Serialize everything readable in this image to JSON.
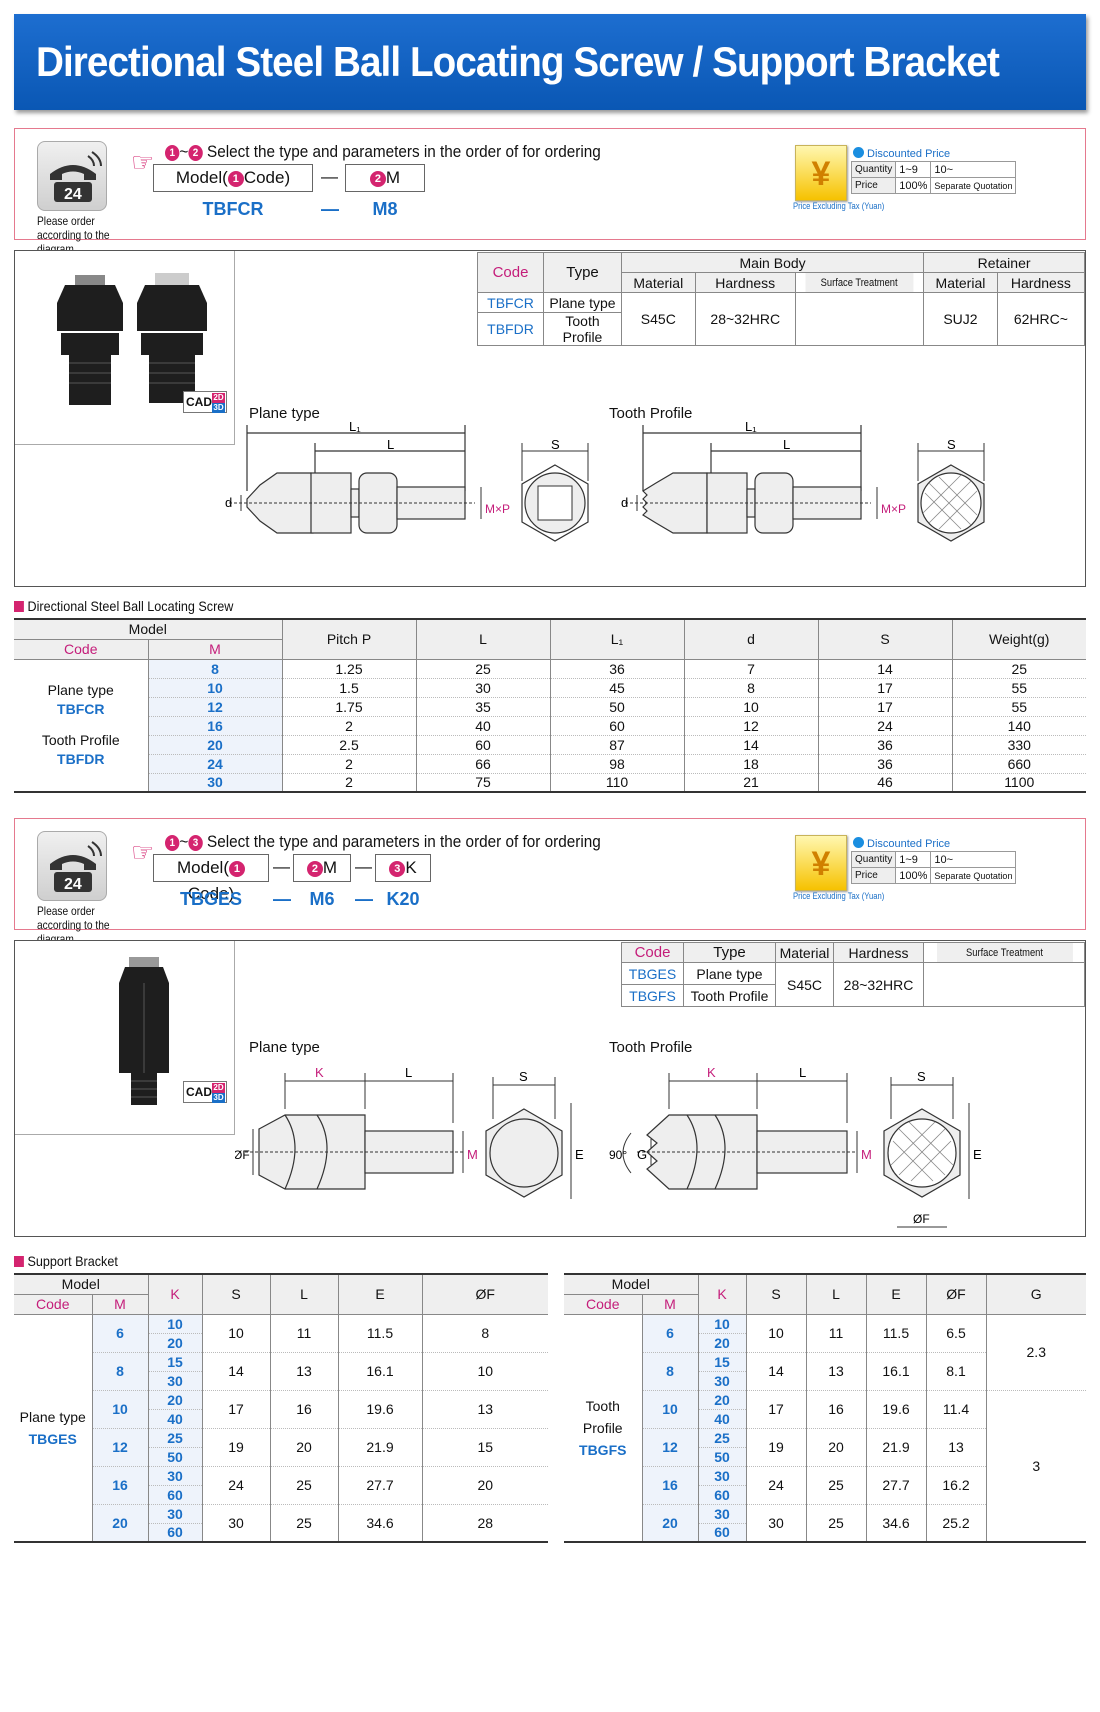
{
  "title": "Directional Steel Ball Locating Screw / Support Bracket",
  "order1": {
    "phone_caption": "Please order according to the diagram",
    "steps": "~",
    "step_text": "Select the type and parameters in the order of for ordering",
    "n1": "1",
    "n2": "2",
    "field_model_a": "Model(",
    "field_model_b": "Code)",
    "field_m": "M",
    "dash": "—",
    "example_code": "TBFCR",
    "example_m": "M8"
  },
  "price_box": {
    "title": "Discounted Price",
    "quantity_label": "Quantity",
    "q1": "1~9",
    "q2": "10~",
    "price_label": "Price",
    "p1": "100%",
    "p2": "Separate Quotation",
    "yen": "¥",
    "footnote": "Price Excluding Tax (Yuan)"
  },
  "spec1": {
    "h_code": "Code",
    "h_type": "Type",
    "h_main": "Main Body",
    "h_retainer": "Retainer",
    "h_material": "Material",
    "h_hardness": "Hardness",
    "h_surface": "Surface Treatment",
    "rows": [
      {
        "code": "TBFCR",
        "type": "Plane type"
      },
      {
        "code": "TBFDR",
        "type": "Tooth Profile"
      }
    ],
    "material": "S45C",
    "hardness": "28~32HRC",
    "surface": "",
    "r_material": "SUJ2",
    "r_hardness": "62HRC~"
  },
  "cad": {
    "label": "CAD",
    "b2d": "2D",
    "b3d": "3D"
  },
  "diagram1": {
    "plane": "Plane type",
    "tooth": "Tooth Profile",
    "L1": "L₁",
    "L": "L",
    "S": "S",
    "d": "d",
    "MxP": "M×P"
  },
  "table1": {
    "title": "Directional Steel Ball Locating Screw",
    "h_model": "Model",
    "h_code": "Code",
    "h_m": "M",
    "h_pitch": "Pitch P",
    "h_l": "L",
    "h_l1": "L₁",
    "h_d": "d",
    "h_s": "S",
    "h_weight": "Weight(g)",
    "code_plane": "Plane type",
    "code_plane_id": "TBFCR",
    "code_tooth": "Tooth Profile",
    "code_tooth_id": "TBFDR",
    "rows": [
      {
        "m": "8",
        "p": "1.25",
        "l": "25",
        "l1": "36",
        "d": "7",
        "s": "14",
        "w": "25"
      },
      {
        "m": "10",
        "p": "1.5",
        "l": "30",
        "l1": "45",
        "d": "8",
        "s": "17",
        "w": "55"
      },
      {
        "m": "12",
        "p": "1.75",
        "l": "35",
        "l1": "50",
        "d": "10",
        "s": "17",
        "w": "55"
      },
      {
        "m": "16",
        "p": "2",
        "l": "40",
        "l1": "60",
        "d": "12",
        "s": "24",
        "w": "140"
      },
      {
        "m": "20",
        "p": "2.5",
        "l": "60",
        "l1": "87",
        "d": "14",
        "s": "36",
        "w": "330"
      },
      {
        "m": "24",
        "p": "2",
        "l": "66",
        "l1": "98",
        "d": "18",
        "s": "36",
        "w": "660"
      },
      {
        "m": "30",
        "p": "2",
        "l": "75",
        "l1": "110",
        "d": "21",
        "s": "46",
        "w": "1100"
      }
    ]
  },
  "order2": {
    "phone_caption": "Please order according to the diagram",
    "step_text": "Select the type and parameters in the order of for ordering",
    "n1": "1",
    "n3": "3",
    "field_model_a": "Model(",
    "field_model_b": "Code)",
    "field_m": "M",
    "field_k": "K",
    "dash": "—",
    "example_code": "TBGES",
    "example_m": "M6",
    "example_k": "K20"
  },
  "spec2": {
    "h_code": "Code",
    "h_type": "Type",
    "h_material": "Material",
    "h_hardness": "Hardness",
    "h_surface": "Surface Treatment",
    "rows": [
      {
        "code": "TBGES",
        "type": "Plane type"
      },
      {
        "code": "TBGFS",
        "type": "Tooth Profile"
      }
    ],
    "material": "S45C",
    "hardness": "28~32HRC"
  },
  "diagram2": {
    "plane": "Plane type",
    "tooth": "Tooth Profile",
    "K": "K",
    "L": "L",
    "S": "S",
    "E": "E",
    "F": "ØF",
    "M": "M",
    "G": "G",
    "angle": "90°"
  },
  "table2": {
    "title": "Support Bracket",
    "h_model": "Model",
    "h_code": "Code",
    "h_m": "M",
    "h_k": "K",
    "h_s": "S",
    "h_l": "L",
    "h_e": "E",
    "h_f": "ØF",
    "h_g": "G",
    "plane": "Plane type",
    "plane_id": "TBGES",
    "tooth": "Tooth Profile",
    "tooth_id": "TBGFS",
    "rows": [
      {
        "m": "6",
        "k1": "10",
        "k2": "20",
        "s": "10",
        "l": "11",
        "e": "11.5",
        "f": "8",
        "tf": "6.5"
      },
      {
        "m": "8",
        "k1": "15",
        "k2": "30",
        "s": "14",
        "l": "13",
        "e": "16.1",
        "f": "10",
        "tf": "8.1"
      },
      {
        "m": "10",
        "k1": "20",
        "k2": "40",
        "s": "17",
        "l": "16",
        "e": "19.6",
        "f": "13",
        "tf": "11.4"
      },
      {
        "m": "12",
        "k1": "25",
        "k2": "50",
        "s": "19",
        "l": "20",
        "e": "21.9",
        "f": "15",
        "tf": "13"
      },
      {
        "m": "16",
        "k1": "30",
        "k2": "60",
        "s": "24",
        "l": "25",
        "e": "27.7",
        "f": "20",
        "tf": "16.2"
      },
      {
        "m": "20",
        "k1": "30",
        "k2": "60",
        "s": "30",
        "l": "25",
        "e": "34.6",
        "f": "28",
        "tf": "25.2"
      }
    ],
    "g1": "2.3",
    "g2": "3"
  }
}
